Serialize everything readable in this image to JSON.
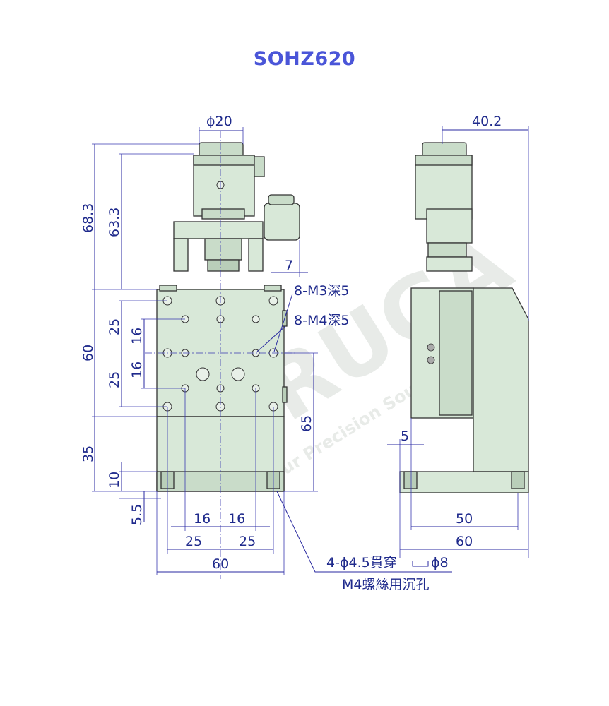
{
  "title": "SOHZ620",
  "dimensions": {
    "motor_diameter": "ϕ20",
    "side_width": "40.2",
    "h_68_3": "68.3",
    "h_63_3": "63.3",
    "offset_7": "7",
    "note_m3": "8-M3深5",
    "note_m4": "8-M4深5",
    "v_25_top": "25",
    "v_16_top": "16",
    "v_60": "60",
    "v_16_mid": "16",
    "v_25_mid": "25",
    "v_65": "65",
    "v_35": "35",
    "v_10": "10",
    "v_5_5": "5.5",
    "h_16_left": "16",
    "h_16_right": "16",
    "h_25_left": "25",
    "h_25_right": "25",
    "h_60_front": "60",
    "side_5": "5",
    "side_50": "50",
    "side_60": "60",
    "through_hole_note": "4-ϕ4.5貫穿",
    "counterbore_note": "ϕ8",
    "counterbore_desc": "M4螺絲用沉孔"
  },
  "watermark": {
    "brand": "SURUGA",
    "sub": "Your Precision Source"
  },
  "colors": {
    "title": "#4a55d8",
    "dimension": "#1f2a8c",
    "part_fill": "#d8e8d8"
  }
}
